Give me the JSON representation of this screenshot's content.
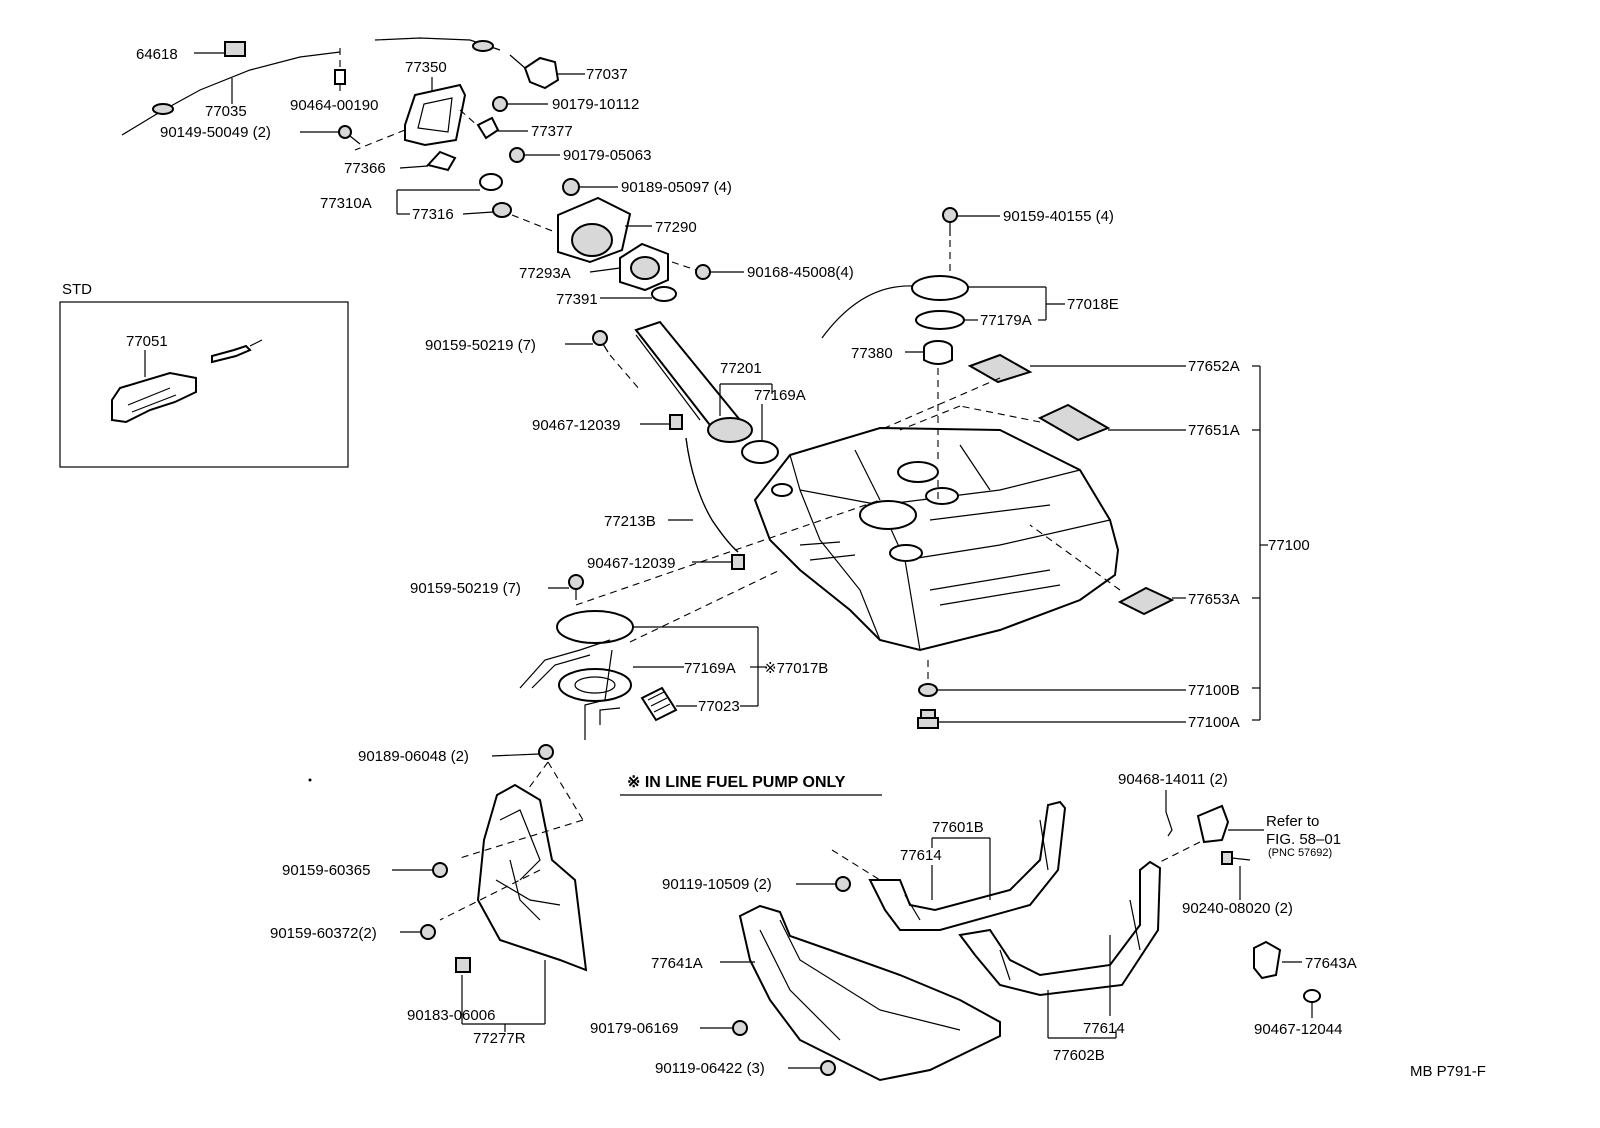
{
  "std_box": {
    "title": "STD",
    "part": "77051"
  },
  "note": {
    "text": "※ IN LINE FUEL PUMP ONLY"
  },
  "labels": {
    "p64618": "64618",
    "p77035": "77035",
    "p90464": "90464-00190",
    "p77350": "77350",
    "p77037": "77037",
    "p90179_10112": "90179-10112",
    "p90149": "90149-50049 (2)",
    "p77377": "77377",
    "p77366": "77366",
    "p90179_05063": "90179-05063",
    "p77310A": "77310A",
    "p77316": "77316",
    "p90189_05097": "90189-05097 (4)",
    "p77290": "77290",
    "p77293A": "77293A",
    "p90168": "90168-45008(4)",
    "p77391": "77391",
    "p90159_40155": "90159-40155 (4)",
    "p77018E": "77018E",
    "p77179A": "77179A",
    "p77380": "77380",
    "p90159_50219a": "90159-50219 (7)",
    "p77201": "77201",
    "p77169A_top": "77169A",
    "p90467_12039a": "90467-12039",
    "p77213B": "77213B",
    "p90467_12039b": "90467-12039",
    "p77652A": "77652A",
    "p77651A": "77651A",
    "p77100": "77100",
    "p77653A": "77653A",
    "p90159_50219b": "90159-50219 (7)",
    "p77169A_bot": "77169A",
    "p77017B": "※77017B",
    "p77023": "77023",
    "p77100B": "77100B",
    "p77100A": "77100A",
    "p90189_06048": "90189-06048 (2)",
    "p90468": "90468-14011 (2)",
    "p77601B": "77601B",
    "p77614a": "77614",
    "p90159_60365": "90159-60365",
    "p90119_10509": "90119-10509 (2)",
    "p90159_60372": "90159-60372(2)",
    "p77641A": "77641A",
    "p90240": "90240-08020 (2)",
    "p77643A": "77643A",
    "p90183": "90183-06006",
    "p77277R": "77277R",
    "p90179_06169": "90179-06169",
    "p77614b": "77614",
    "p77602B": "77602B",
    "p90467_12044": "90467-12044",
    "p90119_06422": "90119-06422 (3)",
    "refer_line1": "Refer to",
    "refer_line2": "FIG. 58–01",
    "refer_line3": "(PNC 57692)",
    "diagram_code": "MB P791-F"
  }
}
